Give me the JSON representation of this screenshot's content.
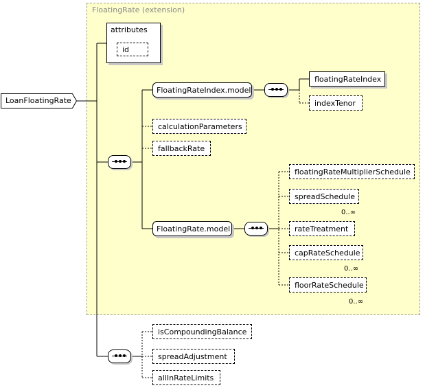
{
  "extension": {
    "title": "FloatingRate (extension)"
  },
  "root": {
    "label": "LoanFloatingRate"
  },
  "attributes": {
    "label": "attributes",
    "id": "id"
  },
  "nodes": {
    "floatingRateIndexModel": "FloatingRateIndex.model",
    "floatingRateIndex": "floatingRateIndex",
    "indexTenor": "indexTenor",
    "calculationParameters": "calculationParameters",
    "fallbackRate": "fallbackRate",
    "floatingRateModel": "FloatingRate.model",
    "floatingRateMultiplierSchedule": "floatingRateMultiplierSchedule",
    "spreadSchedule": "spreadSchedule",
    "rateTreatment": "rateTreatment",
    "capRateSchedule": "capRateSchedule",
    "floorRateSchedule": "floorRateSchedule",
    "isCompoundingBalance": "isCompoundingBalance",
    "spreadAdjustment": "spreadAdjustment",
    "allInRateLimits": "allInRateLimits"
  },
  "cardinality": {
    "spreadSchedule": "0..∞",
    "capRateSchedule": "0..∞",
    "floorRateSchedule": "0..∞"
  }
}
